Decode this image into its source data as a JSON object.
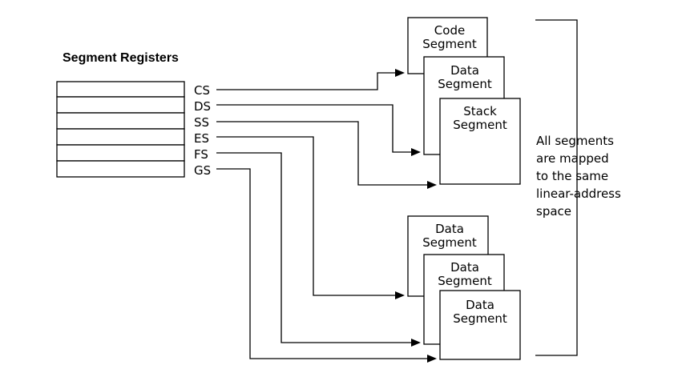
{
  "title": "Segment Registers",
  "registers": [
    "CS",
    "DS",
    "SS",
    "ES",
    "FS",
    "GS"
  ],
  "upper_segments": [
    [
      "Code",
      "Segment"
    ],
    [
      "Data",
      "Segment"
    ],
    [
      "Stack",
      "Segment"
    ]
  ],
  "lower_segments": [
    [
      "Data",
      "Segment"
    ],
    [
      "Data",
      "Segment"
    ],
    [
      "Data",
      "Segment"
    ]
  ],
  "note": [
    "All segments",
    "are mapped",
    "to the same",
    "linear-address",
    "space"
  ]
}
